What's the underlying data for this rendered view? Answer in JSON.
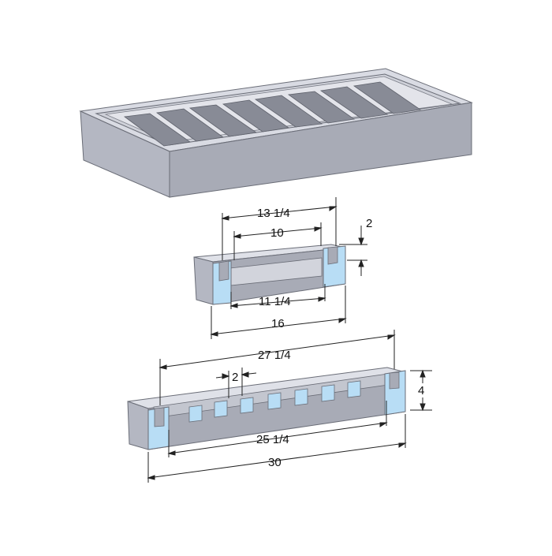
{
  "colors": {
    "body_light": "#d9dbe3",
    "body_mid": "#b4b7c2",
    "body_dark": "#9fa2ad",
    "hole": "#888b96",
    "cut": "#b8ddf5",
    "outline": "#6a6d77",
    "dim": "#222222"
  },
  "dimensions": {
    "side": {
      "inner_top": "13 1/4",
      "slot": "10",
      "depth": "2",
      "bottom_inner": "11 1/4",
      "overall": "16"
    },
    "front": {
      "inner_top": "27 1/4",
      "bar": "2",
      "height": "4",
      "bottom_inner": "25 1/4",
      "overall": "30"
    }
  }
}
